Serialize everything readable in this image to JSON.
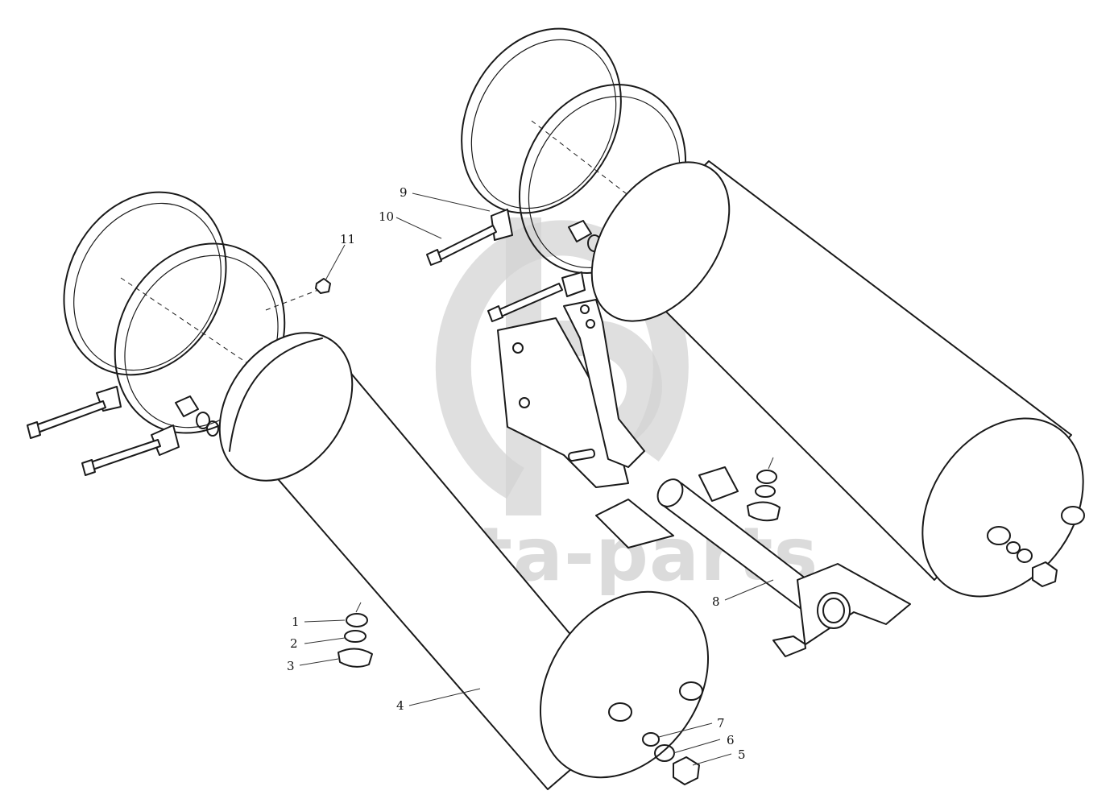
{
  "watermark": {
    "text": "data-parts",
    "color": "#cfcfcf"
  },
  "callouts": [
    {
      "id": "1",
      "label": "1"
    },
    {
      "id": "2",
      "label": "2"
    },
    {
      "id": "3",
      "label": "3"
    },
    {
      "id": "4",
      "label": "4"
    },
    {
      "id": "5",
      "label": "5"
    },
    {
      "id": "6",
      "label": "6"
    },
    {
      "id": "7",
      "label": "7"
    },
    {
      "id": "8",
      "label": "8"
    },
    {
      "id": "9",
      "label": "9"
    },
    {
      "id": "10",
      "label": "10"
    },
    {
      "id": "11",
      "label": "11"
    }
  ]
}
